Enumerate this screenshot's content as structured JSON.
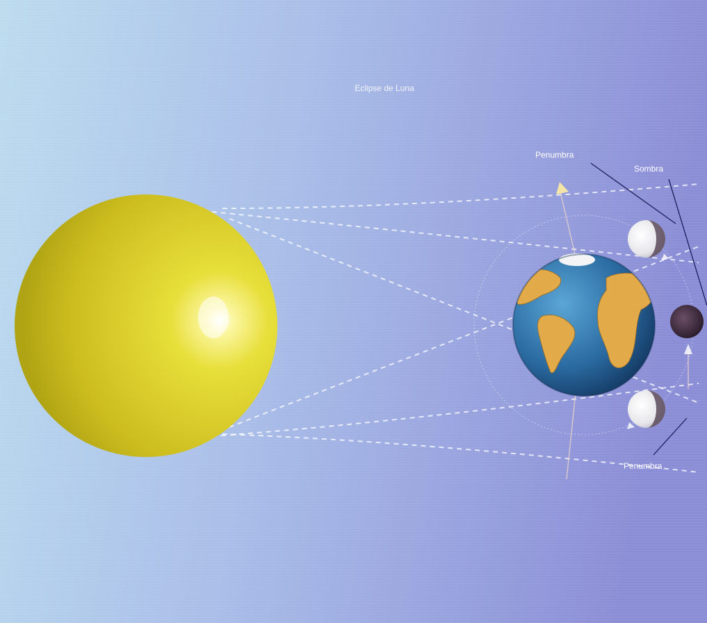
{
  "title": "Eclipse de Luna",
  "labels": {
    "penumbra_top": "Penumbra",
    "shadow": "Sombra",
    "penumbra_bottom": "Penumbra"
  },
  "colors": {
    "background_left": "#b9d7ec",
    "background_right": "#8a8fd6",
    "sun": "#d8cf2a",
    "earth_ocean": "#2f6fa3",
    "earth_land": "#e0a94a",
    "moon_lit": "#f2f2f2",
    "moon_eclipsed": "#3a2a3a",
    "label_text": "#ffffff",
    "dash_lines": "#ffffff"
  }
}
